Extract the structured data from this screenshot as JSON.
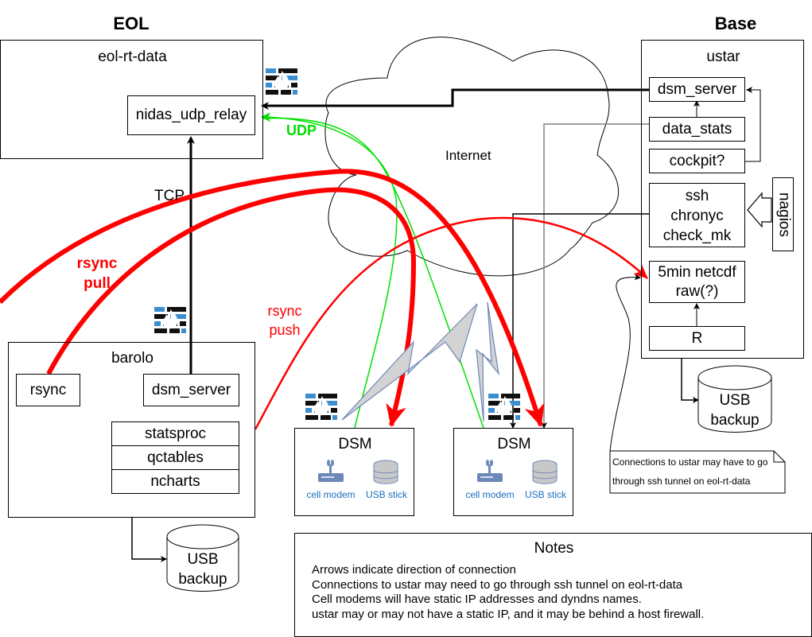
{
  "sections": {
    "eol_title": "EOL",
    "base_title": "Base"
  },
  "eol_rt_data": {
    "title": "eol-rt-data",
    "relay": "nidas_udp_relay"
  },
  "barolo": {
    "title": "barolo",
    "rsync": "rsync",
    "dsm_server": "dsm_server",
    "stack": [
      "statsproc",
      "qctables",
      "ncharts"
    ],
    "backup": [
      "USB",
      "backup"
    ]
  },
  "ustar": {
    "title": "ustar",
    "dsm_server": "dsm_server",
    "data_stats": "data_stats",
    "cockpit": "cockpit?",
    "services": [
      "ssh",
      "chronyc",
      "check_mk"
    ],
    "nagios": "nagios",
    "netcdf": [
      "5min netcdf",
      "raw(?)"
    ],
    "r": "R",
    "backup": [
      "USB",
      "backup"
    ]
  },
  "internet": {
    "label": "Internet"
  },
  "connections": {
    "udp": "UDP",
    "tcp": "TCP",
    "rsync_pull": [
      "rsync",
      "pull"
    ],
    "rsync_push": [
      "rsync",
      "push"
    ]
  },
  "dsm_stations": [
    {
      "title": "DSM",
      "modem": "cell modem",
      "usb": "USB stick"
    },
    {
      "title": "DSM",
      "modem": "cell modem",
      "usb": "USB stick"
    }
  ],
  "callout": {
    "lines": [
      "Connections to ustar may have to go",
      "through ssh tunnel on eol-rt-data"
    ]
  },
  "notes": {
    "title": "Notes",
    "lines": [
      "Arrows indicate direction of connection",
      "Connections to ustar may need to go through ssh tunnel on eol-rt-data",
      "Cell modems will have static IP addresses and dyndns names.",
      "ustar may or may not have a static IP, and it may be behind a host firewall."
    ]
  },
  "colors": {
    "rsync": "#ff0000",
    "udp": "#00e000",
    "firewall_blue": "#3b8fd0",
    "icon_blue": "#6d87b8",
    "label_blue": "#1a6dc0",
    "gray_line": "#808080"
  }
}
